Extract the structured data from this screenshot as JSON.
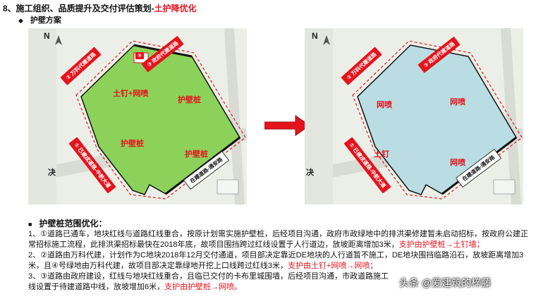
{
  "header": {
    "title_main": "8、施工组织、品质提升及交付评估策划-",
    "title_highlight": "土护降优化",
    "subtitle_bullet": "◆",
    "subtitle": "护壁方案"
  },
  "map_left": {
    "north": "N",
    "label_nail": "土钉+网喷",
    "label_pile_top": "护壁桩",
    "label_pile_mid": "护壁桩",
    "label_pile_bottom": "护壁桩",
    "road_1": "② 万科代建道路",
    "road_2": "③ 政府代建道路",
    "road_3": "① 已建成道路-中航大道",
    "road_4": "在建道路-通安路",
    "marker": "⑤",
    "side_char": "决"
  },
  "map_right": {
    "north": "N",
    "label_mesh_left": "网喷",
    "label_mesh_right": "网喷",
    "label_nail": "土钉",
    "label_mesh_bottom": "网喷",
    "road_1": "② 万科代建道路",
    "road_2": "③ 政府代建道路",
    "road_3": "① 已建成道路-中航大道",
    "road_4": "在建道路-通安路",
    "side_char": "决"
  },
  "section": {
    "bullet": "■",
    "heading": "护壁桩范围优化：",
    "p1": "1、①道路已通车，地块红线与道路红线重合，按原计划需实施护壁桩，后经项目沟通，政府市政绿地中的排洪渠修建暂未启动招标，按政府公建正常招标施工流程，此排洪渠招标最快在2018年底，故项目围挡跨过红线设置于人行道边，放坡距离增加3米，",
    "p1_red": "支护由护壁桩→土钉墙；",
    "p2": "2、②道路由万科代建，计划作为C地块2018年12月交付通道，项目部决定靠近DE地块的人行道暂不施工，DE地块围挡临路沿石，放坡距离增加3米，且④号绿地由万科代建，故项目部决定靠绿地开挖上口线跨过红线3米，",
    "p2_red": "支护由土钉+网喷→网喷；",
    "p3": "3、③道路由政府建设，红线与地块红线重合，且临已交付的卡布里城围墙，后经项目沟通，市政道路施工",
    "p3_tail": "线设置于待建道路中线，放坡增加6米，",
    "p3_red": "支护由护壁桩→网喷。"
  },
  "watermark": "头条 @爱建筑的梓藤",
  "colors": {
    "accent_red": "#e4131c",
    "zone_green": "#8cd25a",
    "zone_blue": "#b9dde2"
  }
}
